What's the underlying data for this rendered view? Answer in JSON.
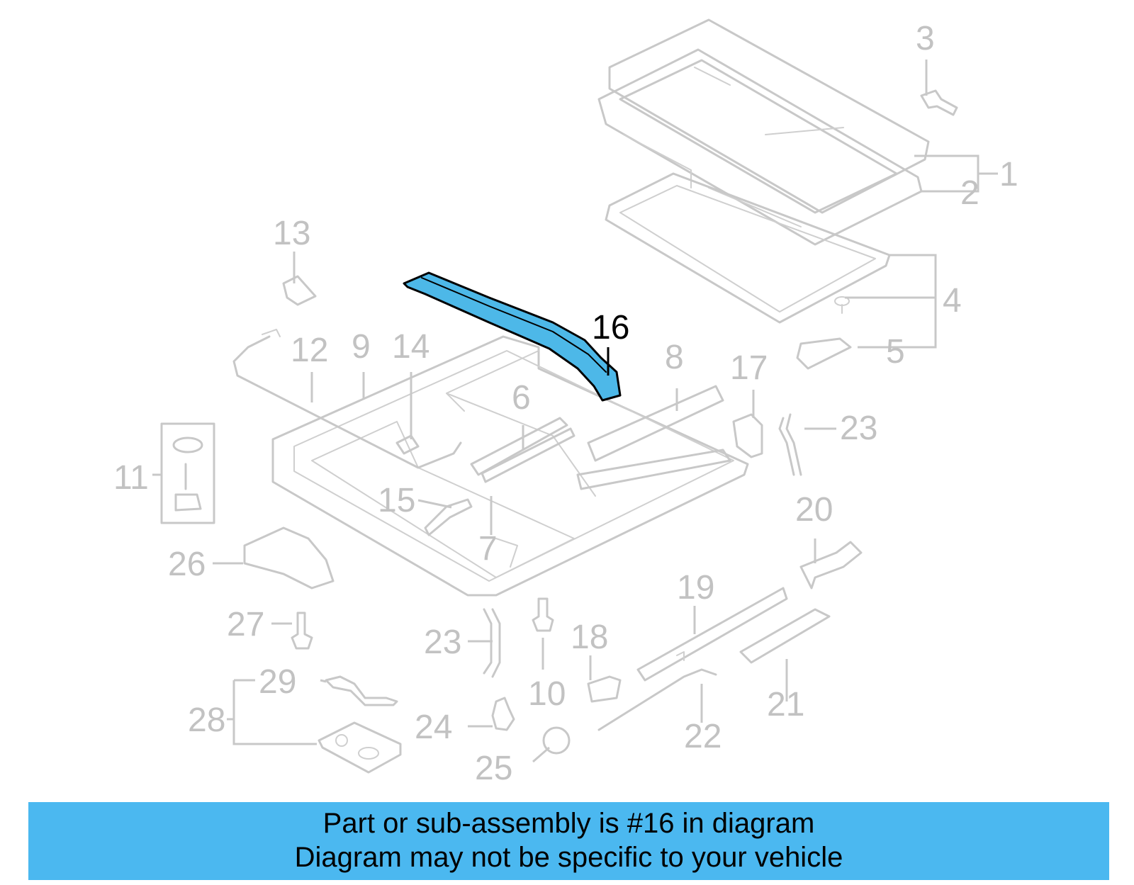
{
  "diagram": {
    "highlighted_part": "16",
    "highlight_color": "#4db8e8",
    "callouts": [
      "1",
      "2",
      "3",
      "4",
      "5",
      "6",
      "7",
      "8",
      "9",
      "10",
      "11",
      "12",
      "13",
      "14",
      "15",
      "16",
      "17",
      "18",
      "19",
      "20",
      "21",
      "22",
      "23",
      "23",
      "24",
      "25",
      "26",
      "27",
      "28",
      "29"
    ]
  },
  "banner": {
    "line1": "Part or sub-assembly is #16 in diagram",
    "line2": "Diagram may not be specific to your vehicle",
    "color": "#4bb8f0"
  }
}
